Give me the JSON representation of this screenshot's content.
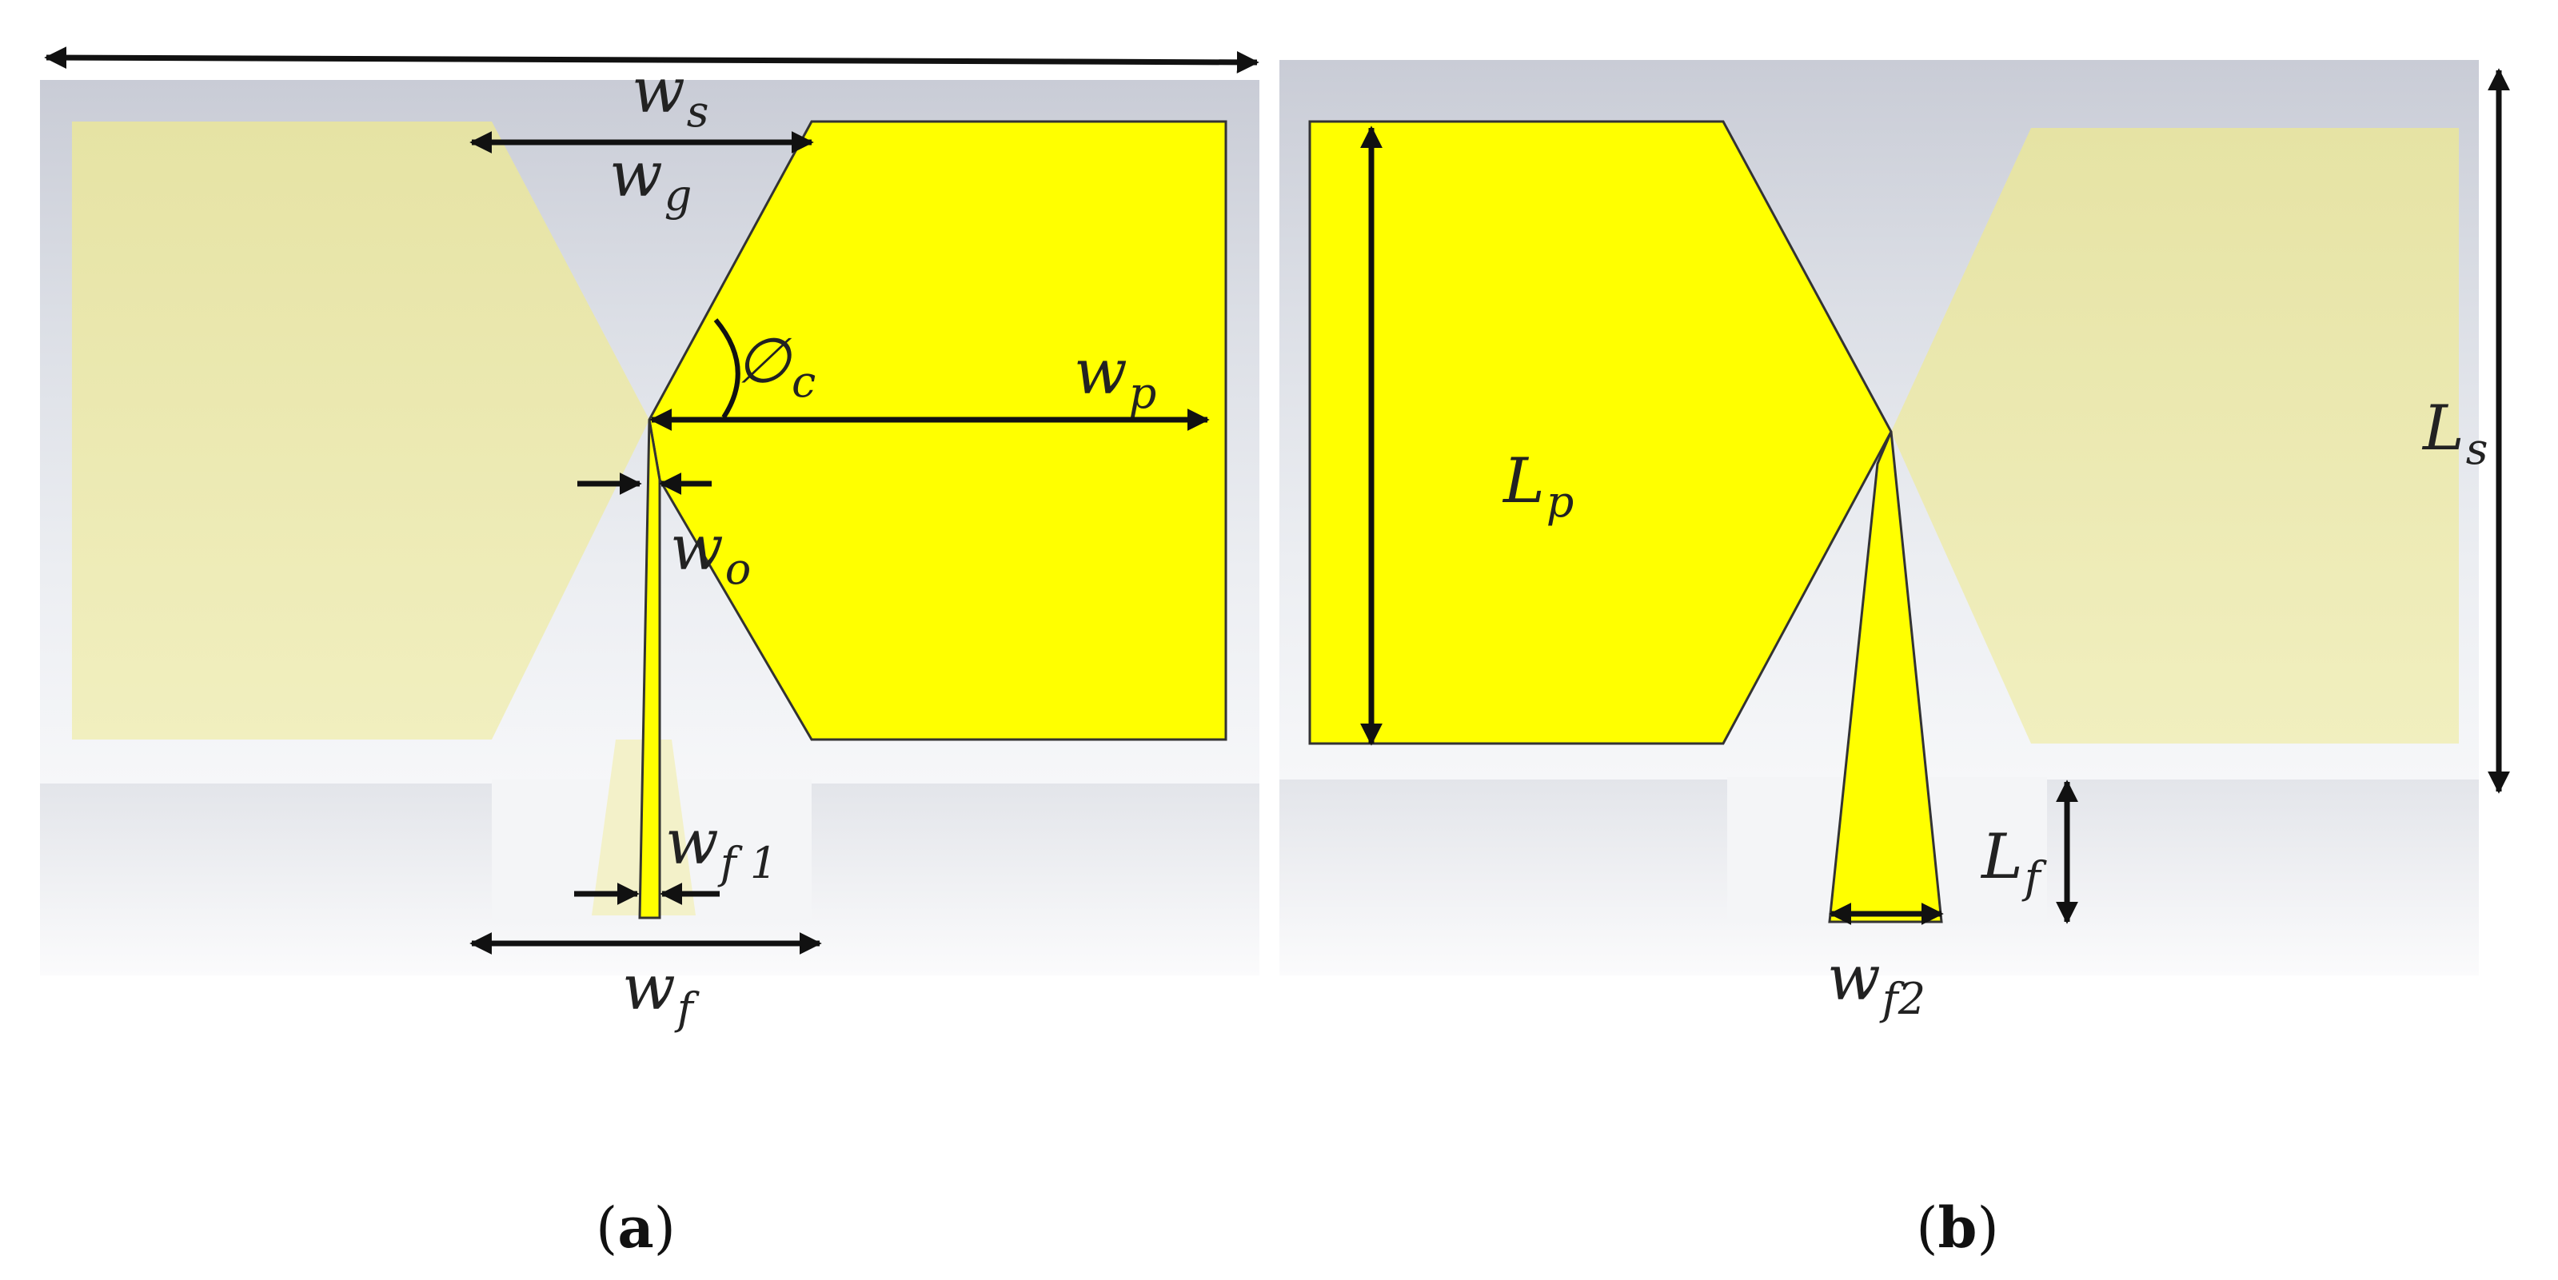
{
  "colors": {
    "patch_fill": "#ffff00",
    "patch_faded": "#ece9a8",
    "outline": "#333333",
    "arrow": "#111111"
  },
  "labels": {
    "ws_main": "w",
    "ws_sub": "s",
    "wg_main": "w",
    "wg_sub": "g",
    "phic_main": "∅",
    "phic_sub": "c",
    "wp_main": "w",
    "wp_sub": "p",
    "wo_main": "w",
    "wo_sub": "o",
    "wf1_main": "w",
    "wf1_sub": "f 1",
    "wf_main": "w",
    "wf_sub": "f",
    "lp_main": "L",
    "lp_sub": "p",
    "ls_main": "L",
    "ls_sub": "s",
    "lf_main": "L",
    "lf_sub": "f",
    "wf2_main": "w",
    "wf2_sub": "f2"
  },
  "captions": {
    "a_open": "(",
    "a_letter": "a",
    "a_close": ")",
    "b_open": "(",
    "b_letter": "b",
    "b_close": ")"
  }
}
